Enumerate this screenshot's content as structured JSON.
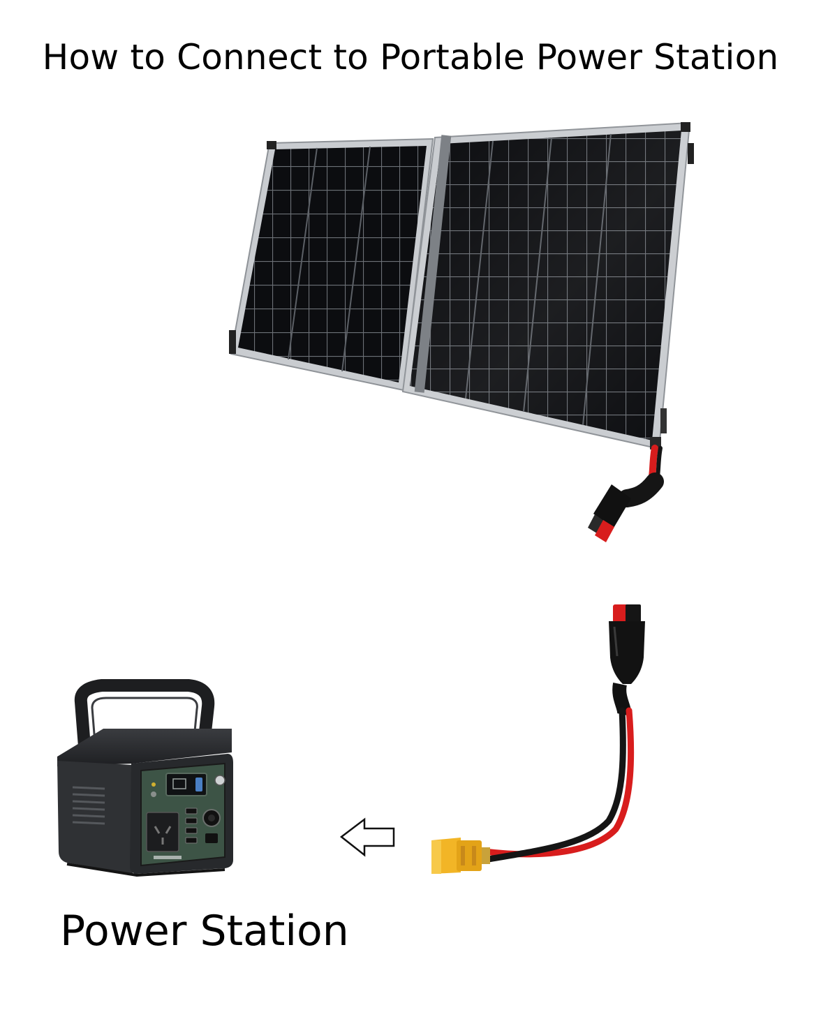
{
  "title": "How to Connect to Portable Power Station",
  "power_station_label": "Power Station",
  "icons": {
    "panel": "solar-panel-illustration",
    "station": "power-station-illustration",
    "cable": "anderson-to-xt60-cable-illustration",
    "arrow": "arrow-left-icon"
  },
  "colors": {
    "background": "#ffffff",
    "panel_cell": "#0c0d10",
    "panel_frame": "#c9ccd0",
    "wire_red": "#d81d1d",
    "wire_black": "#151515",
    "xt60": "#f2b526",
    "station_body": "#2f3134",
    "station_panel": "#3d5446"
  }
}
